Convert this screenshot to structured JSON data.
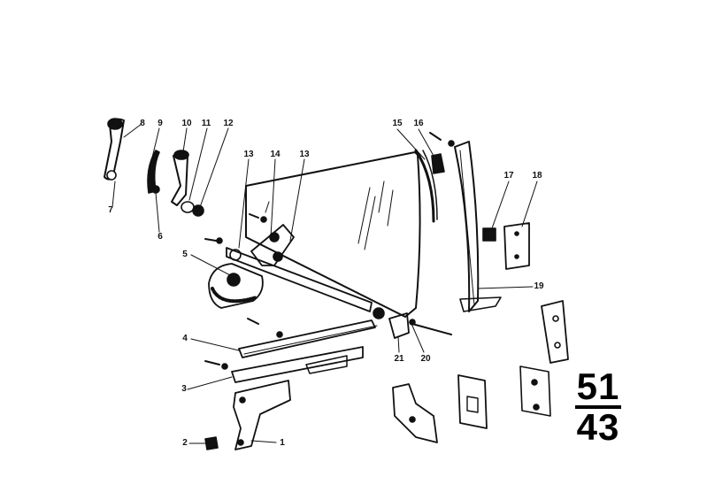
{
  "diagram": {
    "parts": [
      {
        "id": "p1",
        "label": "1"
      },
      {
        "id": "p2",
        "label": "2"
      },
      {
        "id": "p3",
        "label": "3"
      },
      {
        "id": "p4",
        "label": "4"
      },
      {
        "id": "p5",
        "label": "5"
      },
      {
        "id": "p6",
        "label": "6"
      },
      {
        "id": "p7",
        "label": "7"
      },
      {
        "id": "p8",
        "label": "8"
      },
      {
        "id": "p9",
        "label": "9"
      },
      {
        "id": "p10",
        "label": "10"
      },
      {
        "id": "p11",
        "label": "11"
      },
      {
        "id": "p12",
        "label": "12"
      },
      {
        "id": "p13a",
        "label": "13"
      },
      {
        "id": "p13b",
        "label": "13"
      },
      {
        "id": "p14",
        "label": "14"
      },
      {
        "id": "p15",
        "label": "15"
      },
      {
        "id": "p16",
        "label": "16"
      },
      {
        "id": "p17",
        "label": "17"
      },
      {
        "id": "p18",
        "label": "18"
      },
      {
        "id": "p19",
        "label": "19"
      },
      {
        "id": "p20",
        "label": "20"
      },
      {
        "id": "p21",
        "label": "21"
      }
    ],
    "group": {
      "main": "51",
      "sub": "43"
    }
  }
}
